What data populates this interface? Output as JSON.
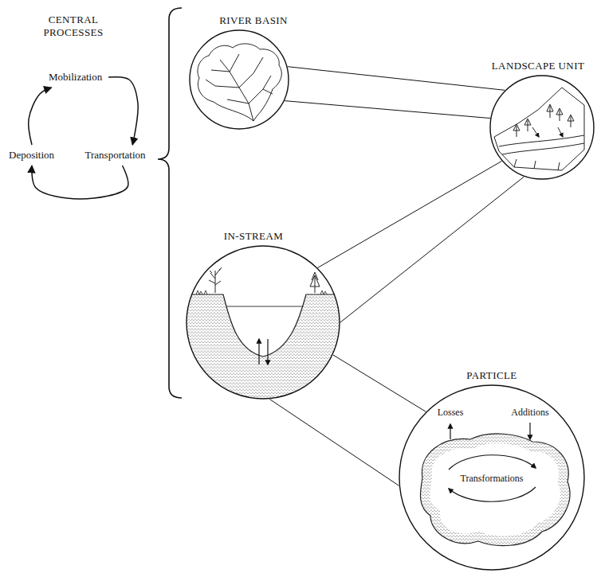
{
  "diagram": {
    "nodes": [
      {
        "text": [
          "Mobilization"
        ]
      },
      {
        "text": [
          "Transportation"
        ]
      },
      {
        "text": [
          "Deposition"
        ]
      },
      {
        "text": [
          "RIVER BASIN"
        ]
      },
      {
        "text": [
          "LANDSCAPE UNIT"
        ]
      },
      {
        "text": [
          "IN-STREAM"
        ]
      },
      {
        "text": [
          "PARTICLE"
        ]
      }
    ],
    "edges": [
      {
        "from": 0,
        "to": 1,
        "arrow": "to"
      },
      {
        "from": 1,
        "to": 2,
        "arrow": "to"
      },
      {
        "from": 2,
        "to": 0,
        "arrow": "to"
      },
      {
        "from": 3,
        "to": 4,
        "arrow": "none"
      },
      {
        "from": 3,
        "to": 4,
        "arrow": "none"
      },
      {
        "from": 4,
        "to": 5,
        "arrow": "none"
      },
      {
        "from": 4,
        "to": 5,
        "arrow": "none"
      },
      {
        "from": 5,
        "to": 6,
        "arrow": "none"
      },
      {
        "from": 5,
        "to": 6,
        "arrow": "none"
      }
    ],
    "labels": [
      "CENTRAL PROCESSES",
      "Losses",
      "Additions",
      "Transformations"
    ]
  }
}
